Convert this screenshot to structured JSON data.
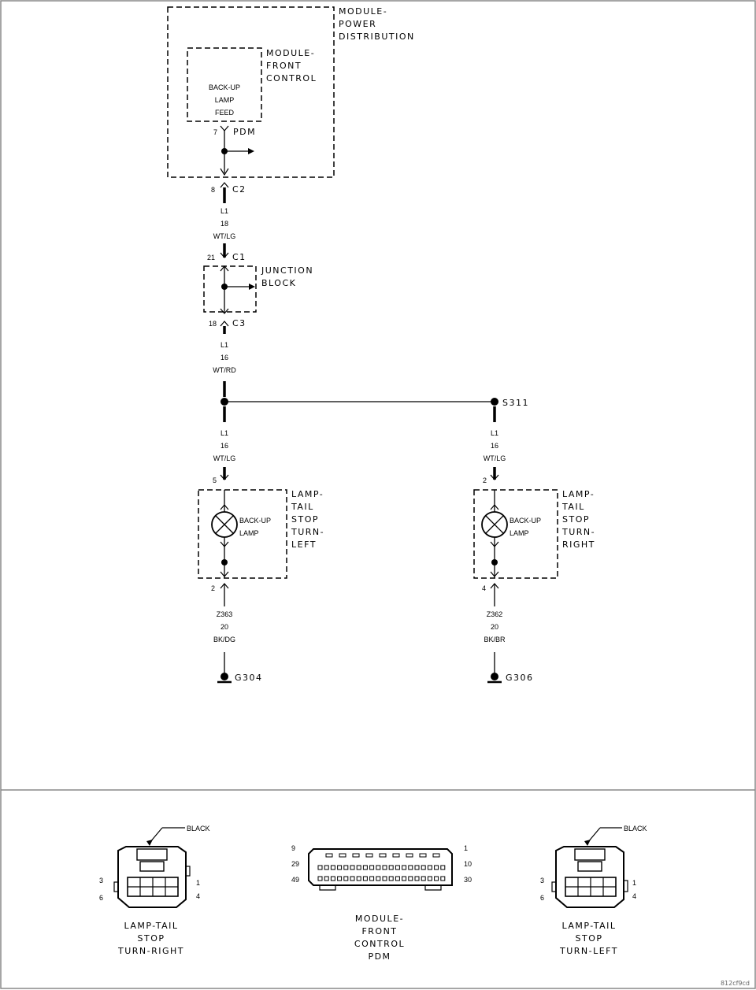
{
  "modules": {
    "pdm_title": [
      "MODULE-",
      "POWER",
      "DISTRIBUTION"
    ],
    "fcm_title": [
      "MODULE-",
      "FRONT",
      "CONTROL"
    ],
    "feed_label": [
      "BACK-UP",
      "LAMP",
      "FEED"
    ],
    "pdm_pin": "7",
    "pdm_conn": "PDM"
  },
  "connectors": {
    "c2_pin": "8",
    "c2_name": "C2",
    "c1_pin": "21",
    "c1_name": "C1",
    "c3_pin": "18",
    "c3_name": "C3"
  },
  "junction_block": [
    "JUNCTION",
    "BLOCK"
  ],
  "wires": {
    "seg1": [
      "L1",
      "18",
      "WT/LG"
    ],
    "seg2": [
      "L1",
      "16",
      "WT/RD"
    ],
    "left_feed": [
      "L1",
      "16",
      "WT/LG"
    ],
    "right_feed": [
      "L1",
      "16",
      "WT/LG"
    ],
    "left_ground_wire": [
      "Z363",
      "20",
      "BK/DG"
    ],
    "right_ground_wire": [
      "Z362",
      "20",
      "BK/BR"
    ]
  },
  "splice": "S311",
  "left_lamp": {
    "in_pin": "5",
    "out_pin": "2",
    "bulb": [
      "BACK-UP",
      "LAMP"
    ],
    "title": [
      "LAMP-",
      "TAIL",
      "STOP",
      "TURN-",
      "LEFT"
    ],
    "ground": "G304"
  },
  "right_lamp": {
    "in_pin": "2",
    "out_pin": "4",
    "bulb": [
      "BACK-UP",
      "LAMP"
    ],
    "title": [
      "LAMP-",
      "TAIL",
      "STOP",
      "TURN-",
      "RIGHT"
    ],
    "ground": "G306"
  },
  "connector_views": {
    "right": {
      "color": "BLACK",
      "pins": [
        "3",
        "6",
        "1",
        "4"
      ],
      "caption": [
        "LAMP-TAIL",
        "STOP",
        "TURN-RIGHT"
      ]
    },
    "pdm": {
      "pins_left": [
        "9",
        "29",
        "49"
      ],
      "pins_right": [
        "1",
        "10",
        "30"
      ],
      "caption": [
        "MODULE-",
        "FRONT",
        "CONTROL",
        "PDM"
      ]
    },
    "left": {
      "color": "BLACK",
      "pins": [
        "3",
        "6",
        "1",
        "4"
      ],
      "caption": [
        "LAMP-TAIL",
        "STOP",
        "TURN-LEFT"
      ]
    }
  },
  "footer_id": "812cf9cd"
}
